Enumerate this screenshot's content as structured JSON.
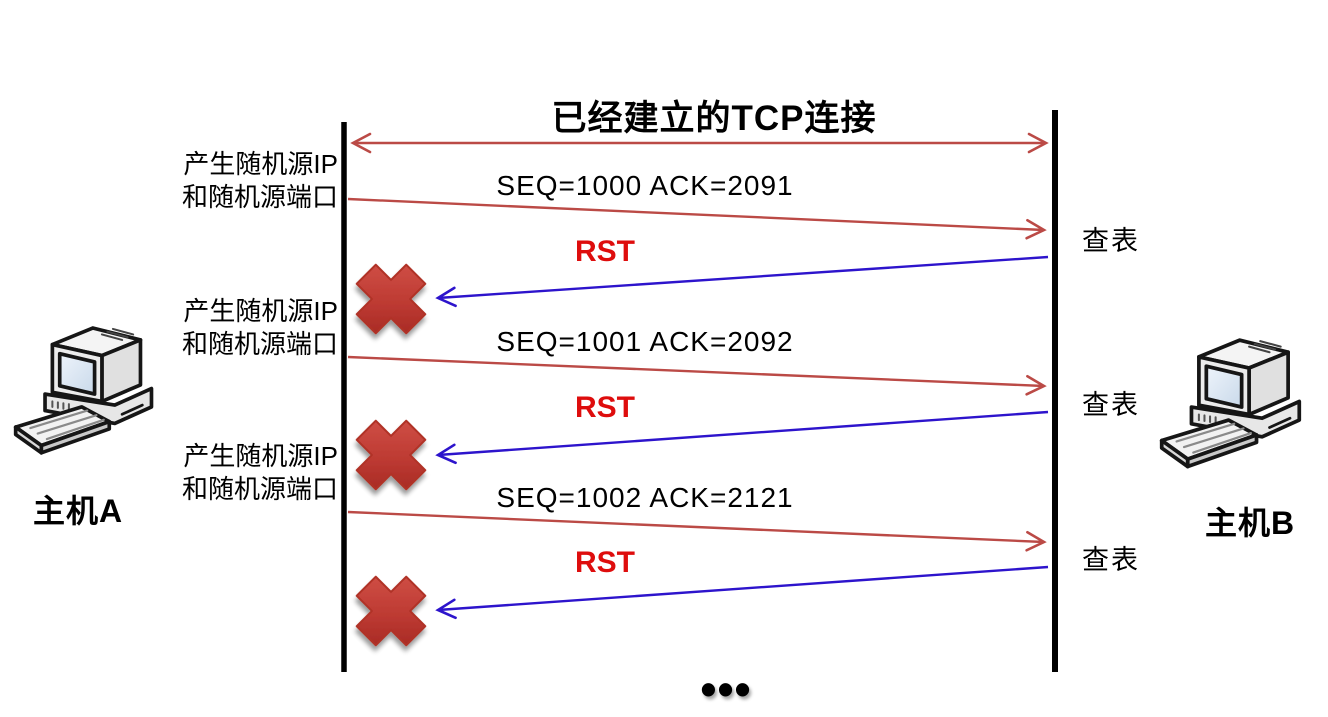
{
  "title": "已经建立的TCP连接",
  "host_a": {
    "label": "主机A"
  },
  "host_b": {
    "label": "主机B"
  },
  "rows": [
    {
      "gen_line1": "产生随机源IP",
      "gen_line2": "和随机源端口",
      "seq": "SEQ=1000  ACK=2091",
      "rst": "RST",
      "lookup": "查表"
    },
    {
      "gen_line1": "产生随机源IP",
      "gen_line2": "和随机源端口",
      "seq": "SEQ=1001  ACK=2092",
      "rst": "RST",
      "lookup": "查表"
    },
    {
      "gen_line1": "产生随机源IP",
      "gen_line2": "和随机源端口",
      "seq": "SEQ=1002  ACK=2121",
      "rst": "RST",
      "lookup": "查表"
    }
  ],
  "ellipsis": "•••",
  "icons": {
    "x_mark": "red-x-dropped-packet-icon",
    "computer": "desktop-computer-icon"
  },
  "colors": {
    "seq_arrow": "#bb4a46",
    "rst_arrow": "#2d14cc",
    "rst_text": "#de0d0d",
    "x_mark_light": "#d5554c",
    "x_mark_dark": "#9e231f",
    "lifeline": "#000000",
    "text": "#000000"
  }
}
